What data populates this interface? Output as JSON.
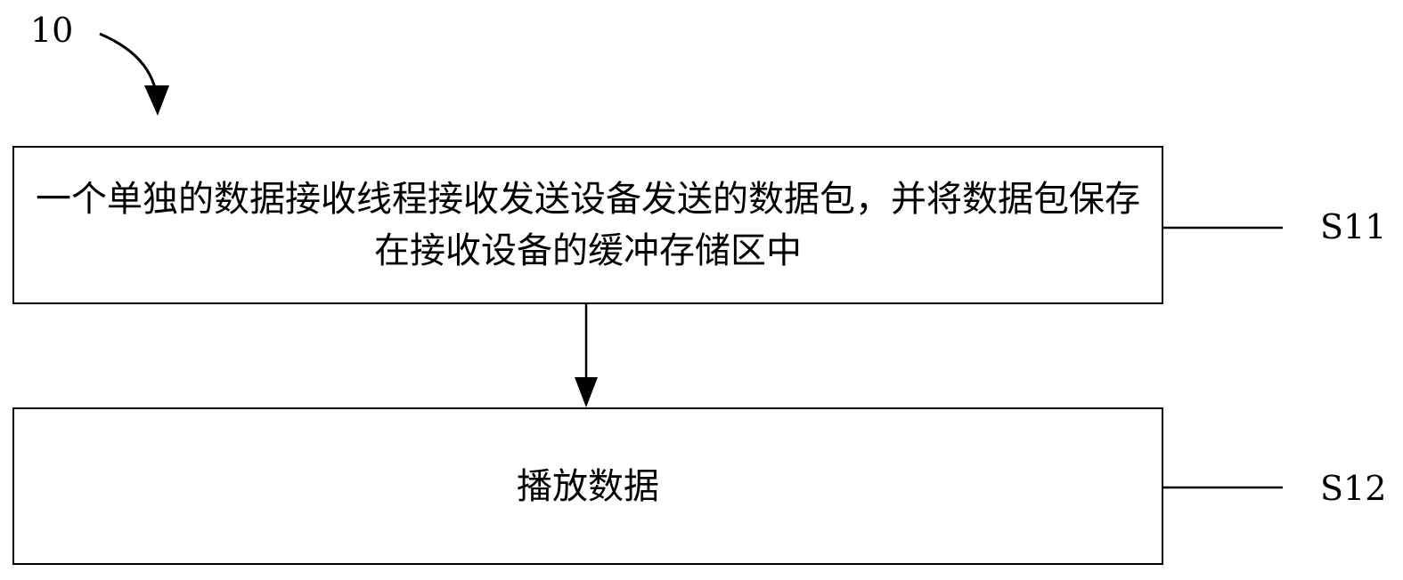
{
  "figure": {
    "reference_numeral": "10"
  },
  "steps": [
    {
      "id": "S11",
      "text": "一个单独的数据接收线程接收发送设备发送的数据包，并将数据包保存在接收设备的缓冲存储区中"
    },
    {
      "id": "S12",
      "text": "播放数据"
    }
  ]
}
